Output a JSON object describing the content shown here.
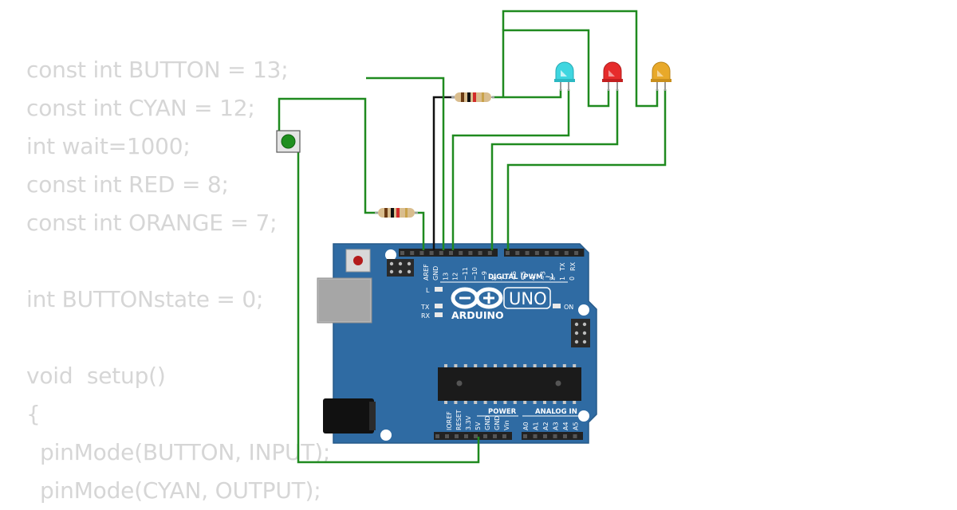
{
  "code": {
    "lines": [
      {
        "text": "const int BUTTON = 13;",
        "indent": false
      },
      {
        "text": "const int CYAN = 12;",
        "indent": false
      },
      {
        "text": "int wait=1000;",
        "indent": false
      },
      {
        "text": "const int RED = 8;",
        "indent": false
      },
      {
        "text": "const int ORANGE = 7;",
        "indent": false
      },
      {
        "text": "",
        "indent": false
      },
      {
        "text": "int BUTTONstate = 0;",
        "indent": false
      },
      {
        "text": "",
        "indent": false
      },
      {
        "text": "void  setup()",
        "indent": false
      },
      {
        "text": "{",
        "indent": false
      },
      {
        "text": "pinMode(BUTTON, INPUT);",
        "indent": true
      },
      {
        "text": "pinMode(CYAN, OUTPUT);",
        "indent": true
      }
    ]
  },
  "board": {
    "brand": "ARDUINO",
    "model": "UNO",
    "digital_header": "DIGITAL (PWM ~)",
    "power_header": "POWER",
    "analog_header": "ANALOG IN",
    "on_label": "ON",
    "led_l": "L",
    "led_tx": "TX",
    "led_rx": "RX",
    "txrx": [
      "TX",
      "RX"
    ],
    "digital_pins": [
      "AREF",
      "GND",
      "13",
      "12",
      "~11",
      "~10",
      "~9",
      "8",
      "7",
      "~6",
      "~5",
      "4",
      "~3",
      "2",
      "1",
      "0"
    ],
    "power_pins": [
      "IOREF",
      "RESET",
      "3.3V",
      "5V",
      "GND",
      "GND",
      "Vin"
    ],
    "analog_pins": [
      "A0",
      "A1",
      "A2",
      "A3",
      "A4",
      "A5"
    ]
  },
  "colors": {
    "code_text": "#d6d6d6",
    "board": "#2f6ba3",
    "wire_green": "#1f8a1f",
    "wire_black": "#111111",
    "led_cyan": "#3fd6e0",
    "led_red": "#e62b2b",
    "led_orange": "#e8a92a"
  }
}
